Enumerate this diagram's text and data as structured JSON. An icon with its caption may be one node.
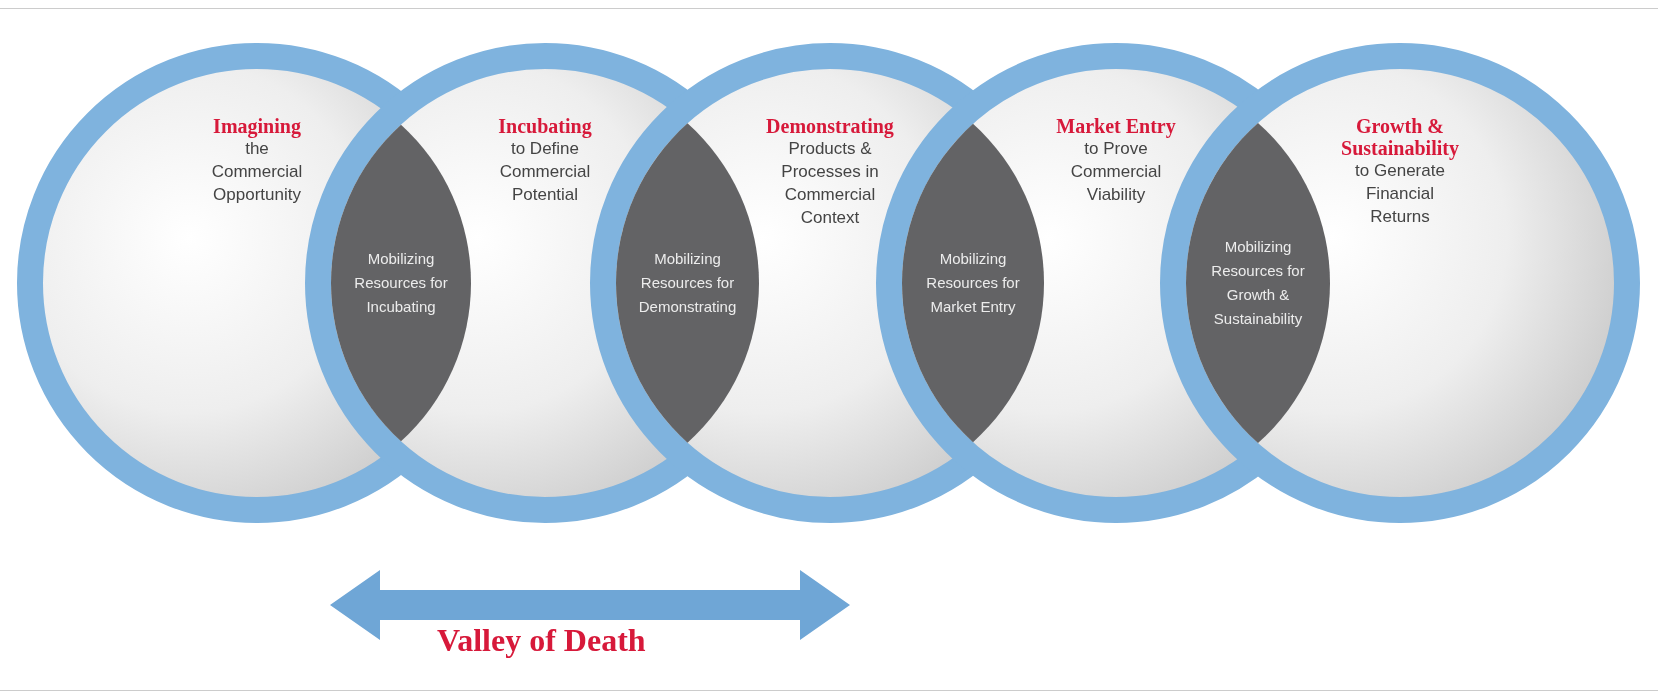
{
  "diagram": {
    "nodes": [
      {
        "text": [
          "Imagining",
          "the Commercial Opportunity"
        ]
      },
      {
        "text": [
          "Incubating",
          "to Define Commercial Potential"
        ]
      },
      {
        "text": [
          "Demonstrating",
          "Products & Processes in Commercial Context"
        ]
      },
      {
        "text": [
          "Market Entry",
          "to Prove Commercial Viability"
        ]
      },
      {
        "text": [
          "Growth & Sustainability",
          "to Generate Financial Returns"
        ]
      },
      {
        "text": [
          "Mobilizing Resources for Incubating"
        ]
      },
      {
        "text": [
          "Mobilizing Resources for Demonstrating"
        ]
      },
      {
        "text": [
          "Mobilizing Resources for Market Entry"
        ]
      },
      {
        "text": [
          "Mobilizing Resources for Growth & Sustainability"
        ]
      }
    ],
    "labels": [
      "Valley of Death"
    ]
  }
}
